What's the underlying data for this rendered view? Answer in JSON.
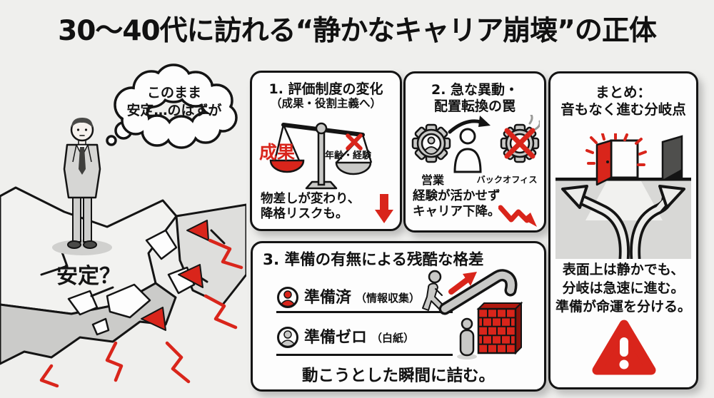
{
  "title": "30〜40代に訪れる“静かなキャリア崩壊”の正体",
  "scene": {
    "thought_line1": "このまま",
    "thought_line2": "安定…のはずが",
    "ground_label": "安定？"
  },
  "box1": {
    "title": "1. 評価制度の変化",
    "subtitle": "（成果・役割主義へ）",
    "scale_left": "成果",
    "scale_right": "年齢・経験",
    "caption_line1": "物差しが変わり、",
    "caption_line2": "降格リスクも。"
  },
  "box2": {
    "title_line1": "2. 急な異動・",
    "title_line2": "配置転換の罠",
    "label_left": "営業",
    "label_right": "バックオフィス",
    "caption_line1": "経験が活かせず",
    "caption_line2": "キャリア下降。"
  },
  "box3": {
    "title": "3. 準備の有無による残酷な格差",
    "row1_label": "準備済",
    "row1_note": "（情報収集）",
    "row2_label": "準備ゼロ",
    "row2_note": "（白紙）",
    "caption": "動こうとした瞬間に詰む。"
  },
  "summary": {
    "title_line1": "まとめ：",
    "title_line2": "音もなく進む分岐点",
    "caption_line1": "表面上は静かでも、",
    "caption_line2": "分岐は急速に進む。",
    "caption_line3": "準備が命運を分ける。"
  },
  "colors": {
    "accent_red": "#d9251b",
    "ink": "#141414",
    "background": "#efefed",
    "card_white": "#fdfdfd",
    "gray_mid": "#c9c9c7"
  }
}
